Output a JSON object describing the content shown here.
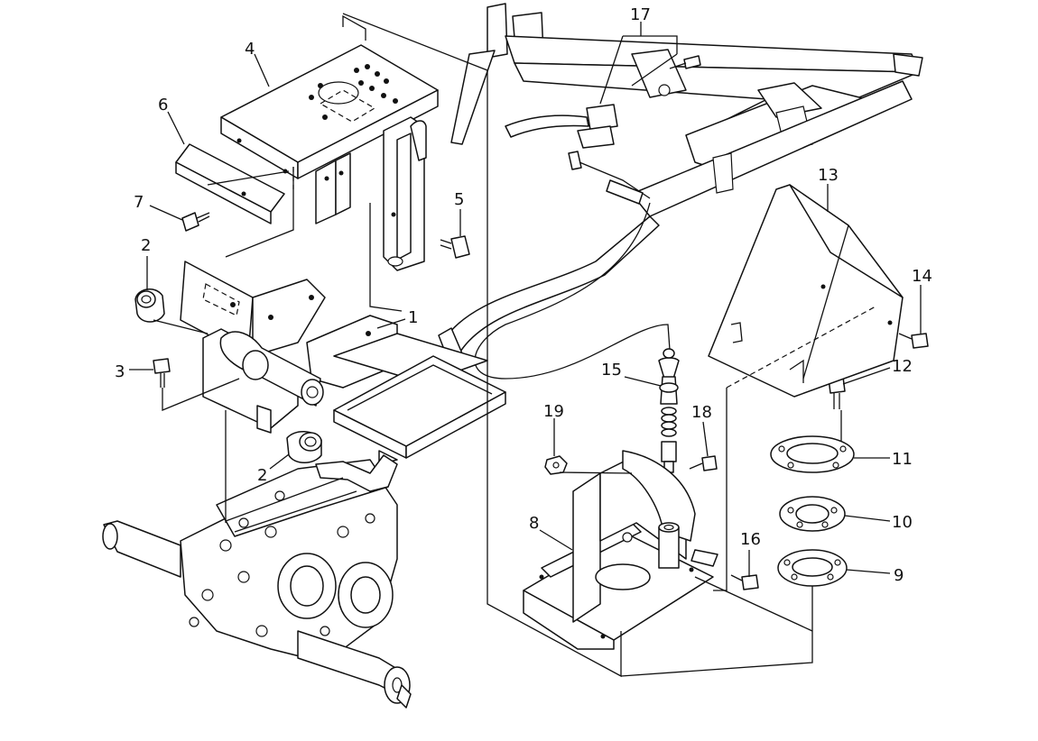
{
  "callouts": [
    {
      "id": "1",
      "text": "1"
    },
    {
      "id": "2a",
      "text": "2"
    },
    {
      "id": "2b",
      "text": "2"
    },
    {
      "id": "3",
      "text": "3"
    },
    {
      "id": "4",
      "text": "4"
    },
    {
      "id": "5",
      "text": "5"
    },
    {
      "id": "6",
      "text": "6"
    },
    {
      "id": "7",
      "text": "7"
    },
    {
      "id": "8",
      "text": "8"
    },
    {
      "id": "9",
      "text": "9"
    },
    {
      "id": "10",
      "text": "10"
    },
    {
      "id": "11",
      "text": "11"
    },
    {
      "id": "12",
      "text": "12"
    },
    {
      "id": "13",
      "text": "13"
    },
    {
      "id": "14",
      "text": "14"
    },
    {
      "id": "15",
      "text": "15"
    },
    {
      "id": "16",
      "text": "16"
    },
    {
      "id": "17",
      "text": "17"
    },
    {
      "id": "18",
      "text": "18"
    },
    {
      "id": "19",
      "text": "19"
    }
  ],
  "colors": {
    "ink": "#111111",
    "paper": "#ffffff"
  }
}
